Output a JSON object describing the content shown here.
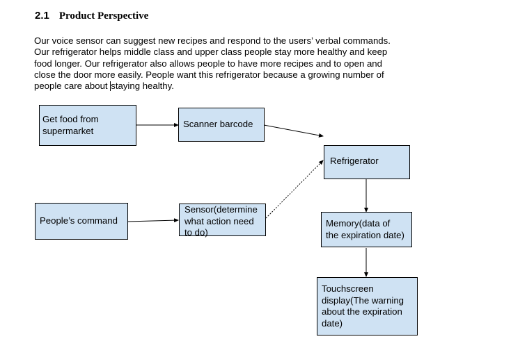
{
  "section": {
    "number": "2.1",
    "title": "Product Perspective"
  },
  "paragraph": {
    "lines": [
      "Our voice sensor can suggest new recipes and respond to the users’ verbal commands.",
      "Our refrigerator helps middle class and upper class people stay more healthy and keep",
      "food longer. Our refrigerator also allows people to  have more recipes and to open and",
      "close the door more easily. People want this refrigerator because a growing number of"
    ],
    "last_line_before_caret": "people care about ",
    "last_line_after_caret": "staying healthy."
  },
  "diagram": {
    "get_food": [
      "Get food from",
      "supermarket"
    ],
    "scanner": "Scanner barcode",
    "refrigerator": "Refrigerator",
    "command": "People’s command",
    "sensor": [
      "Sensor(determine",
      "what action need",
      "to do)"
    ],
    "memory": [
      "Memory(data of",
      "the expiration date)"
    ],
    "touchscreen": [
      "Touchscreen",
      "display(The warning",
      "about the expiration",
      "date)"
    ]
  },
  "colors": {
    "box_fill": "#cfe2f3",
    "box_border": "#000000"
  }
}
